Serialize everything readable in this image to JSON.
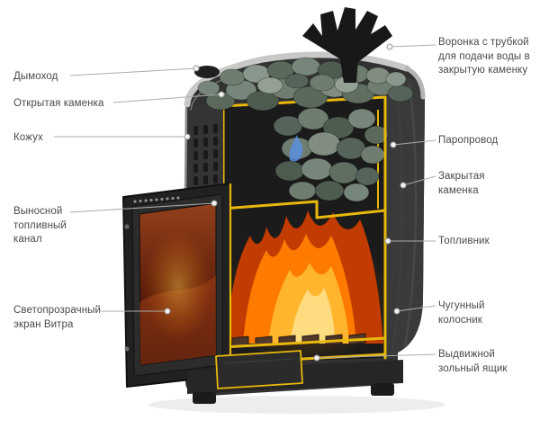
{
  "diagram": {
    "type": "cutaway-stove-diagram",
    "left_labels": [
      {
        "id": "chimney",
        "text": "Дымоход"
      },
      {
        "id": "open-heater",
        "text": "Открытая каменка"
      },
      {
        "id": "casing",
        "text": "Кожух"
      },
      {
        "id": "fuel-channel",
        "text": "Выносной топливный канал"
      },
      {
        "id": "glass-screen",
        "text": "Светопрозрачный экран Витра"
      }
    ],
    "right_labels": [
      {
        "id": "water-funnel",
        "text": "Воронка с трубкой для подачи воды в закрытую каменку"
      },
      {
        "id": "steam-pipe",
        "text": "Паропровод"
      },
      {
        "id": "closed-heater",
        "text": "Закрытая каменка"
      },
      {
        "id": "firebox",
        "text": "Топливник"
      },
      {
        "id": "cast-grate",
        "text": "Чугунный колосник"
      },
      {
        "id": "ash-drawer",
        "text": "Выдвижной зольный ящик"
      }
    ],
    "colors": {
      "label_text": "#4a4a4a",
      "leader_line": "#ababab",
      "cut_edge_yellow": "#e8b80c",
      "body_dark": "#323232",
      "rim_silver": "#c8c8c8",
      "stones_green_gray": "#6e7d6f",
      "flame_orange": "#ff7b00",
      "glass_brown": "#5e1e0a",
      "blue_flame": "#5b8fe0"
    }
  }
}
